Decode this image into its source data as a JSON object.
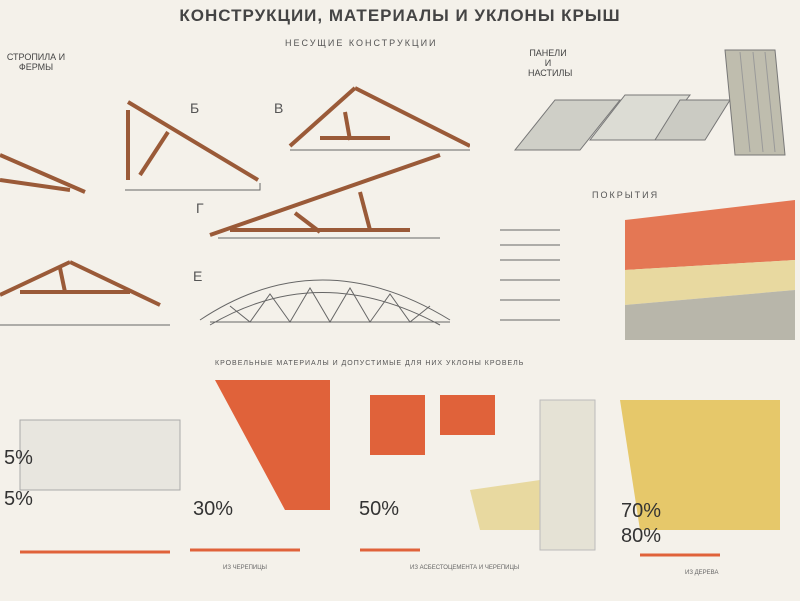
{
  "title": "КОНСТРУКЦИИ, МАТЕРИАЛЫ И УКЛОНЫ КРЫШ",
  "load_bearing": "НЕСУЩИЕ КОНСТРУКЦИИ",
  "rafters": "СТРОПИЛА И ФЕРМЫ",
  "panels": "ПАНЕЛИ И НАСТИЛЫ",
  "coverings": "ПОКРЫТИЯ",
  "roofing": "КРОВЕЛЬНЫЕ МАТЕРИАЛЫ И ДОПУСТИМЫЕ ДЛЯ НИХ УКЛОНЫ КРОВЕЛЬ",
  "letters": [
    "Б",
    "В",
    "Г",
    "Е"
  ],
  "slopes": [
    "5%",
    "5%",
    "30%",
    "50%",
    "70%",
    "80%"
  ],
  "captions": {
    "tile": "ИЗ ЧЕРЕПИЦЫ",
    "asbestos": "ИЗ АСБЕСТОЦЕМЕНТА И ЧЕРЕПИЦЫ",
    "wood": "ИЗ ДЕРЕВА"
  },
  "colors": {
    "wood": "#9a5a38",
    "tile": "#e0623a",
    "wood_light": "#e6c86a",
    "line": "#555555"
  }
}
